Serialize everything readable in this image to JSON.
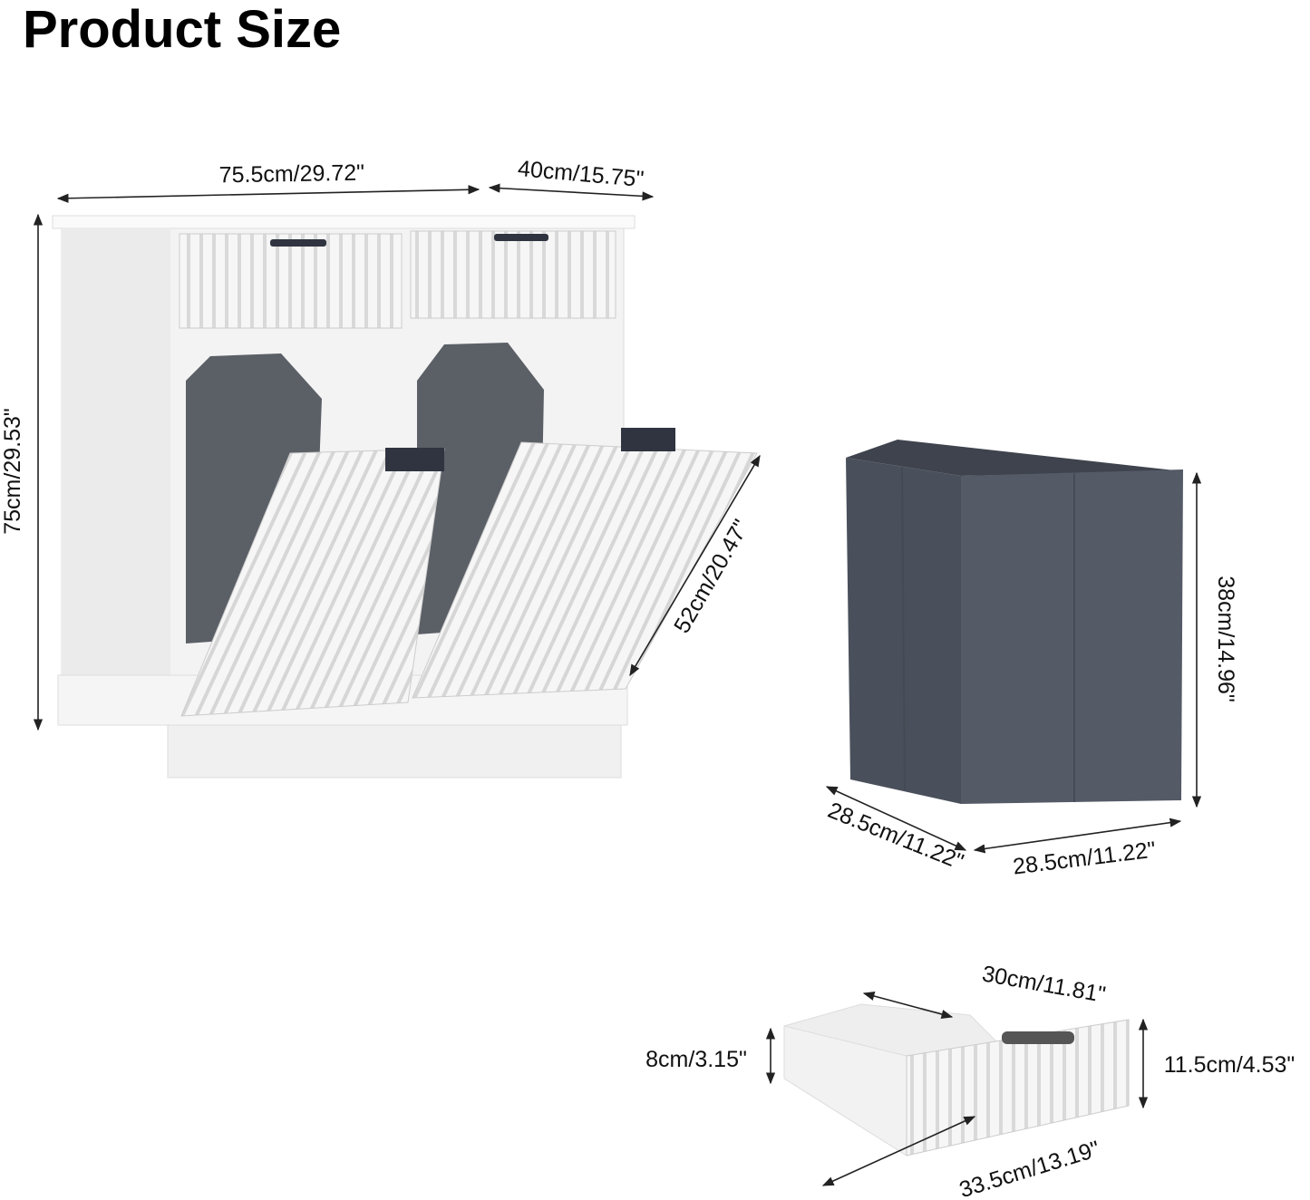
{
  "title": "Product Size",
  "cabinet": {
    "width": "75.5cm/29.72\"",
    "depth": "40cm/15.75\"",
    "height": "75cm/29.53\"",
    "door": "52cm/20.47\""
  },
  "hamper": {
    "height": "38cm/14.96\"",
    "depth": "28.5cm/11.22\"",
    "width": "28.5cm/11.22\""
  },
  "drawer": {
    "depth": "30cm/11.81\"",
    "inner_height": "8cm/3.15\"",
    "front_height": "11.5cm/4.53\"",
    "width": "33.5cm/13.19\""
  },
  "colors": {
    "cabinet": "#f7f7f7",
    "hamper": "#4f5561",
    "handle": "#2f3440"
  }
}
